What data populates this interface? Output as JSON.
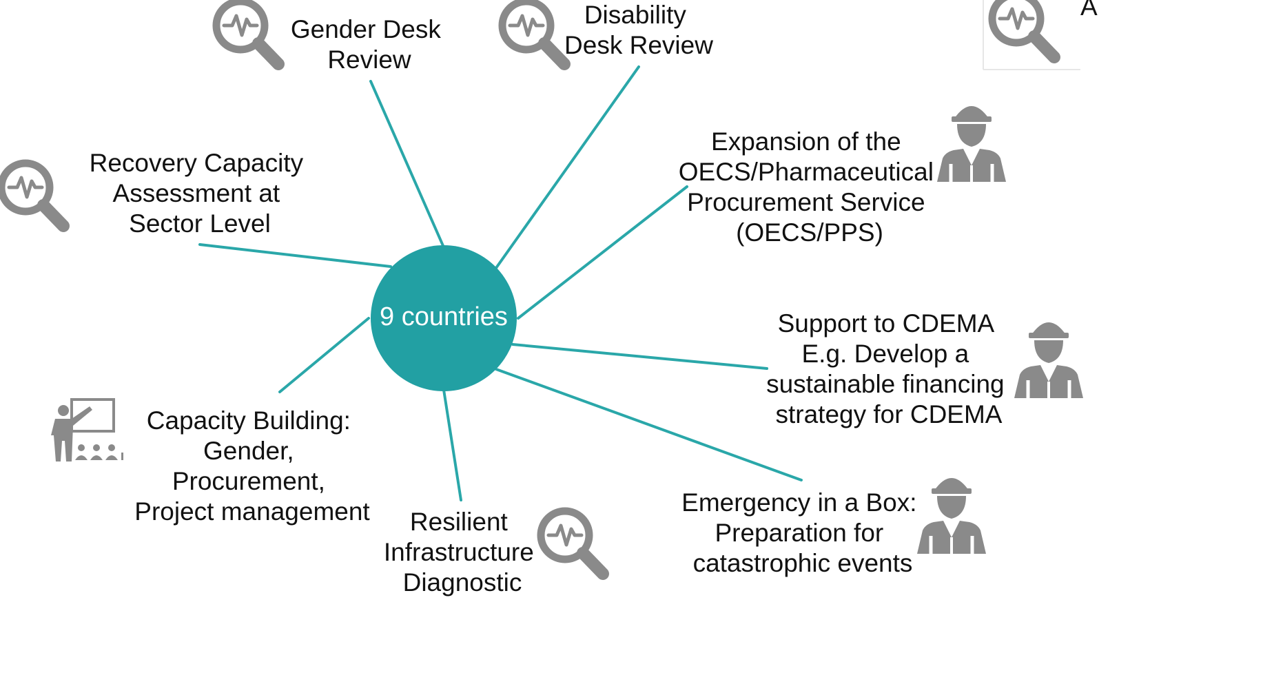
{
  "center": {
    "label": "9 countries",
    "color": "#22a0a3"
  },
  "colors": {
    "spoke": "#2aa7a9",
    "icon": "#8a8a8a",
    "text": "#111111"
  },
  "nodes": [
    {
      "id": "gender-desk-review",
      "icon": "magnifier-pulse-icon",
      "lines": [
        "Gender Desk",
        "Review"
      ]
    },
    {
      "id": "disability-desk-review",
      "icon": "magnifier-pulse-icon",
      "lines": [
        "Disability",
        "Desk Review"
      ]
    },
    {
      "id": "recovery-capacity-assessment",
      "icon": "magnifier-pulse-icon",
      "lines": [
        "Recovery Capacity",
        "Assessment at",
        "Sector Level"
      ]
    },
    {
      "id": "expansion-oecs-pps",
      "icon": "construction-worker-icon",
      "lines": [
        "Expansion of the",
        "OECS/Pharmaceutical",
        "Procurement Service",
        "(OECS/PPS)"
      ]
    },
    {
      "id": "support-cdema",
      "icon": "construction-worker-icon",
      "lines": [
        "Support to CDEMA",
        "E.g. Develop a",
        "sustainable financing",
        "strategy for CDEMA"
      ]
    },
    {
      "id": "capacity-building",
      "icon": "teacher-presentation-icon",
      "lines": [
        "Capacity Building:",
        "Gender,",
        "Procurement,",
        "Project management"
      ]
    },
    {
      "id": "resilient-infrastructure",
      "icon": "magnifier-pulse-icon",
      "lines": [
        "Resilient",
        "Infrastructure",
        "Diagnostic"
      ]
    },
    {
      "id": "emergency-in-a-box",
      "icon": "construction-worker-icon",
      "lines": [
        "Emergency in a Box:",
        "Preparation for",
        "catastrophic events"
      ]
    }
  ],
  "partial_edge_text": "A"
}
